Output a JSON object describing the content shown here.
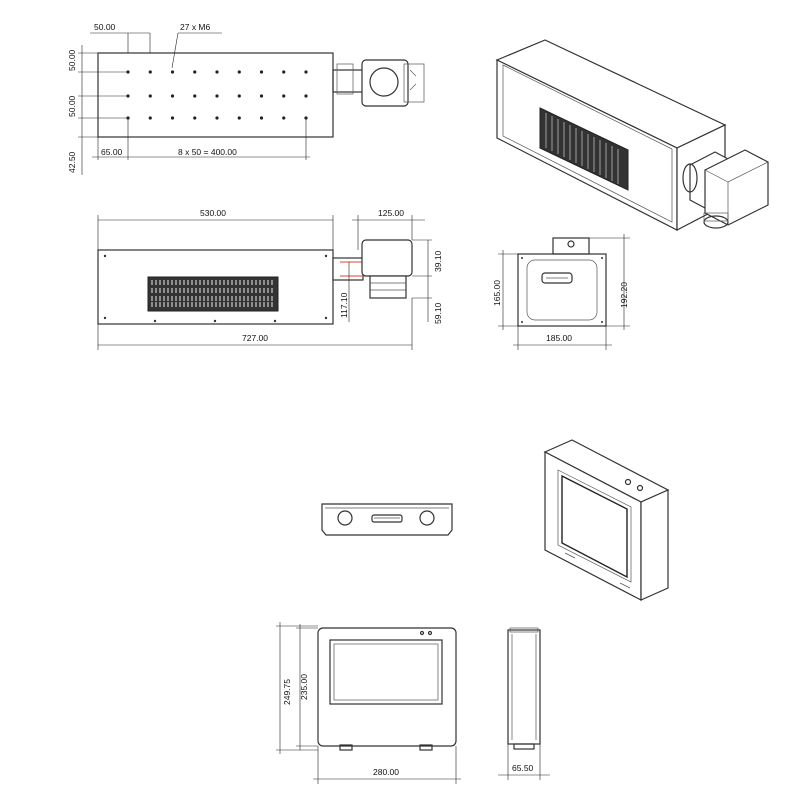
{
  "dimensions": {
    "top_pitch_x": "50.00",
    "holes": "27 x  M6",
    "top_pitch_y1": "50.00",
    "top_pitch_y2": "50.00",
    "top_edge_y": "42.50",
    "top_edge_x": "65.00",
    "top_span": "8 x 50 = 400.00",
    "body_len": "530.00",
    "head_len": "125.00",
    "head_h1": "39.10",
    "head_h2": "117.10",
    "head_h3": "59.10",
    "overall_len": "727.00",
    "end_h": "165.00",
    "end_total_h": "192.20",
    "end_w": "185.00",
    "ctrl_h_total": "249.75",
    "ctrl_h_body": "235.00",
    "ctrl_w": "280.00",
    "ctrl_depth": "65.50"
  }
}
